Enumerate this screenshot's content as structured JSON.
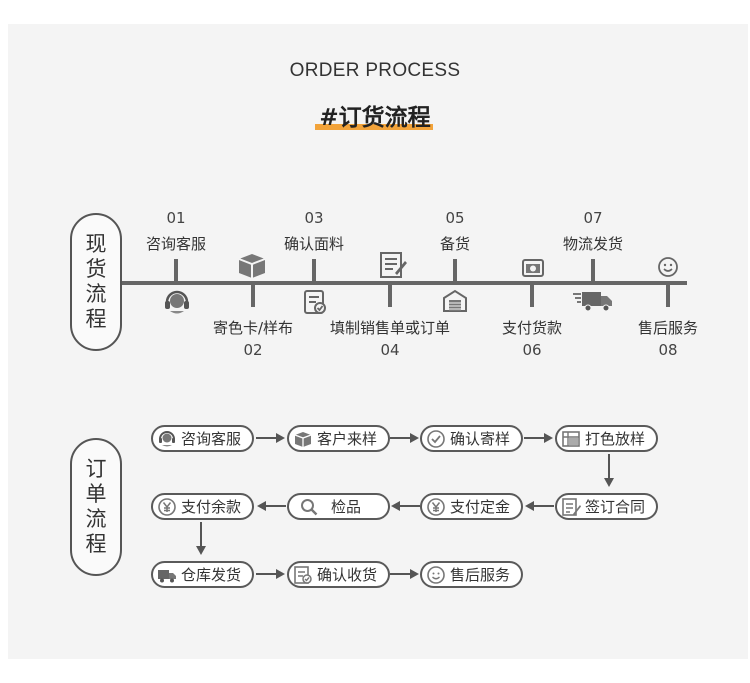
{
  "header": {
    "subtitle": "ORDER PROCESS",
    "title": "#订货流程"
  },
  "stock_process": {
    "label_chars": [
      "现",
      "货",
      "流",
      "程"
    ],
    "steps": [
      {
        "num": "01",
        "label": "咨询客服",
        "icon": "headset-icon"
      },
      {
        "num": "02",
        "label": "寄色卡/样布",
        "icon": "box-icon"
      },
      {
        "num": "03",
        "label": "确认面料",
        "icon": "checklist-icon"
      },
      {
        "num": "04",
        "label": "填制销售单或订单",
        "icon": "form-edit-icon"
      },
      {
        "num": "05",
        "label": "备货",
        "icon": "warehouse-icon"
      },
      {
        "num": "06",
        "label": "支付货款",
        "icon": "wallet-icon"
      },
      {
        "num": "07",
        "label": "物流发货",
        "icon": "truck-icon"
      },
      {
        "num": "08",
        "label": "售后服务",
        "icon": "smile-icon"
      }
    ]
  },
  "order_process": {
    "label_chars": [
      "订",
      "单",
      "流",
      "程"
    ],
    "steps": [
      {
        "label": "咨询客服",
        "icon": "headset-icon"
      },
      {
        "label": "客户来样",
        "icon": "box-icon"
      },
      {
        "label": "确认寄样",
        "icon": "check-circle-icon"
      },
      {
        "label": "打色放样",
        "icon": "palette-icon"
      },
      {
        "label": "签订合同",
        "icon": "contract-icon"
      },
      {
        "label": "支付定金",
        "icon": "yen-icon"
      },
      {
        "label": "检品",
        "icon": "search-icon"
      },
      {
        "label": "支付余款",
        "icon": "yen-icon"
      },
      {
        "label": "仓库发货",
        "icon": "truck-icon"
      },
      {
        "label": "确认收货",
        "icon": "checklist-icon"
      },
      {
        "label": "售后服务",
        "icon": "smile-icon"
      }
    ]
  },
  "colors": {
    "accent": "#f2a33a",
    "line": "#666666",
    "panel": "#f4f4f4"
  }
}
